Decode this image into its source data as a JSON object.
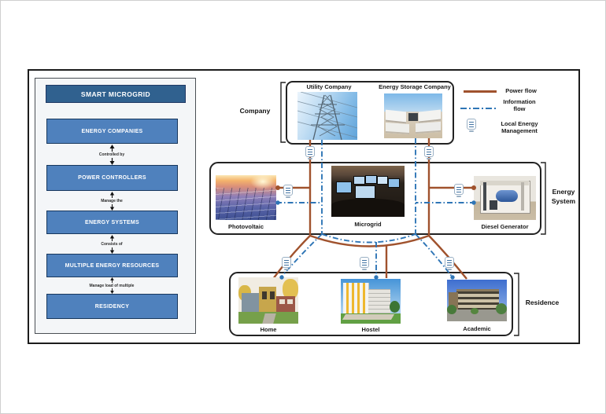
{
  "left_panel": {
    "title": "SMART MICROGRID",
    "boxes": [
      "ENERGY COMPANIES",
      "POWER CONTROLLERS",
      "ENERGY SYSTEMS",
      "MULTIPLE ENERGY RESOURCES",
      "RESIDENCY"
    ],
    "connectors": [
      "Controlled by",
      "Manage the",
      "Consists of",
      "Manage load of multiple"
    ]
  },
  "sections": {
    "company": {
      "label": "Company",
      "items": [
        {
          "label": "Utility Company",
          "icon": "transmission-tower-photo"
        },
        {
          "label": "Energy Storage Company",
          "icon": "battery-container-photo"
        }
      ]
    },
    "energy_system": {
      "label": "Energy System",
      "items": [
        {
          "label": "Photovoltaic",
          "icon": "solar-panel-photo"
        },
        {
          "label": "Microgrid",
          "icon": "control-room-photo"
        },
        {
          "label": "Diesel Generator",
          "icon": "generator-photo"
        }
      ]
    },
    "residence": {
      "label": "Residence",
      "items": [
        {
          "label": "Home",
          "icon": "house-photo"
        },
        {
          "label": "Hostel",
          "icon": "apartment-photo"
        },
        {
          "label": "Academic",
          "icon": "campus-building-photo"
        }
      ]
    }
  },
  "legend": {
    "power_flow": "Power flow",
    "information_flow": "Information flow",
    "local_energy_management": "Local Energy Management"
  },
  "colors": {
    "power_flow": "#A0522D",
    "information_flow": "#2E75B6",
    "panel_box_fill": "#4F81BD",
    "panel_header_fill": "#30618F",
    "panel_box_border": "#17375D"
  }
}
